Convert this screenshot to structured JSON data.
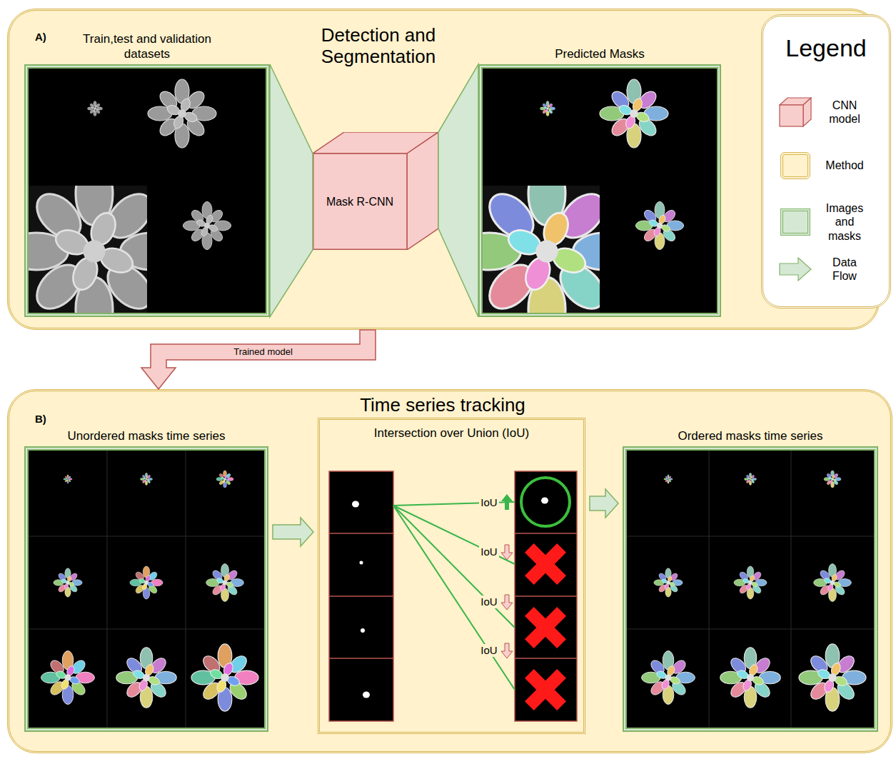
{
  "diagram": {
    "nodes": [
      {
        "text": [
          "A)",
          "Detection and Segmentation"
        ]
      },
      {
        "text": [
          "Train,test and validation datasets"
        ],
        "in": 0
      },
      {
        "text": [
          "Mask R-CNN"
        ],
        "in": 0
      },
      {
        "text": [
          "Predicted Masks"
        ],
        "in": 0
      },
      {
        "text": [
          "B)",
          "Time series tracking"
        ]
      },
      {
        "text": [
          "Unordered masks time series"
        ],
        "in": 4
      },
      {
        "text": [
          "Intersection over Union (IoU)"
        ],
        "in": 4
      },
      {
        "text": [
          "Ordered masks time series"
        ],
        "in": 4
      }
    ],
    "edges": [
      {
        "from": 1,
        "to": 2,
        "arrow": "none"
      },
      {
        "from": 2,
        "to": 3,
        "arrow": "none"
      },
      {
        "from": 0,
        "to": 4,
        "label": "Trained model",
        "arrow": "to"
      },
      {
        "from": 5,
        "to": 6,
        "arrow": "to"
      },
      {
        "from": 6,
        "to": 7,
        "arrow": "to"
      }
    ],
    "labels": [
      "IoU",
      "IoU",
      "IoU",
      "IoU",
      "Legend"
    ],
    "legend": [
      {
        "text": "CNN model",
        "color": "#f8cecc"
      },
      {
        "text": "Method",
        "color": "#fff2cc"
      },
      {
        "text": "Images and masks",
        "color": "#d5e8d4"
      },
      {
        "text": "Data Flow"
      }
    ]
  }
}
